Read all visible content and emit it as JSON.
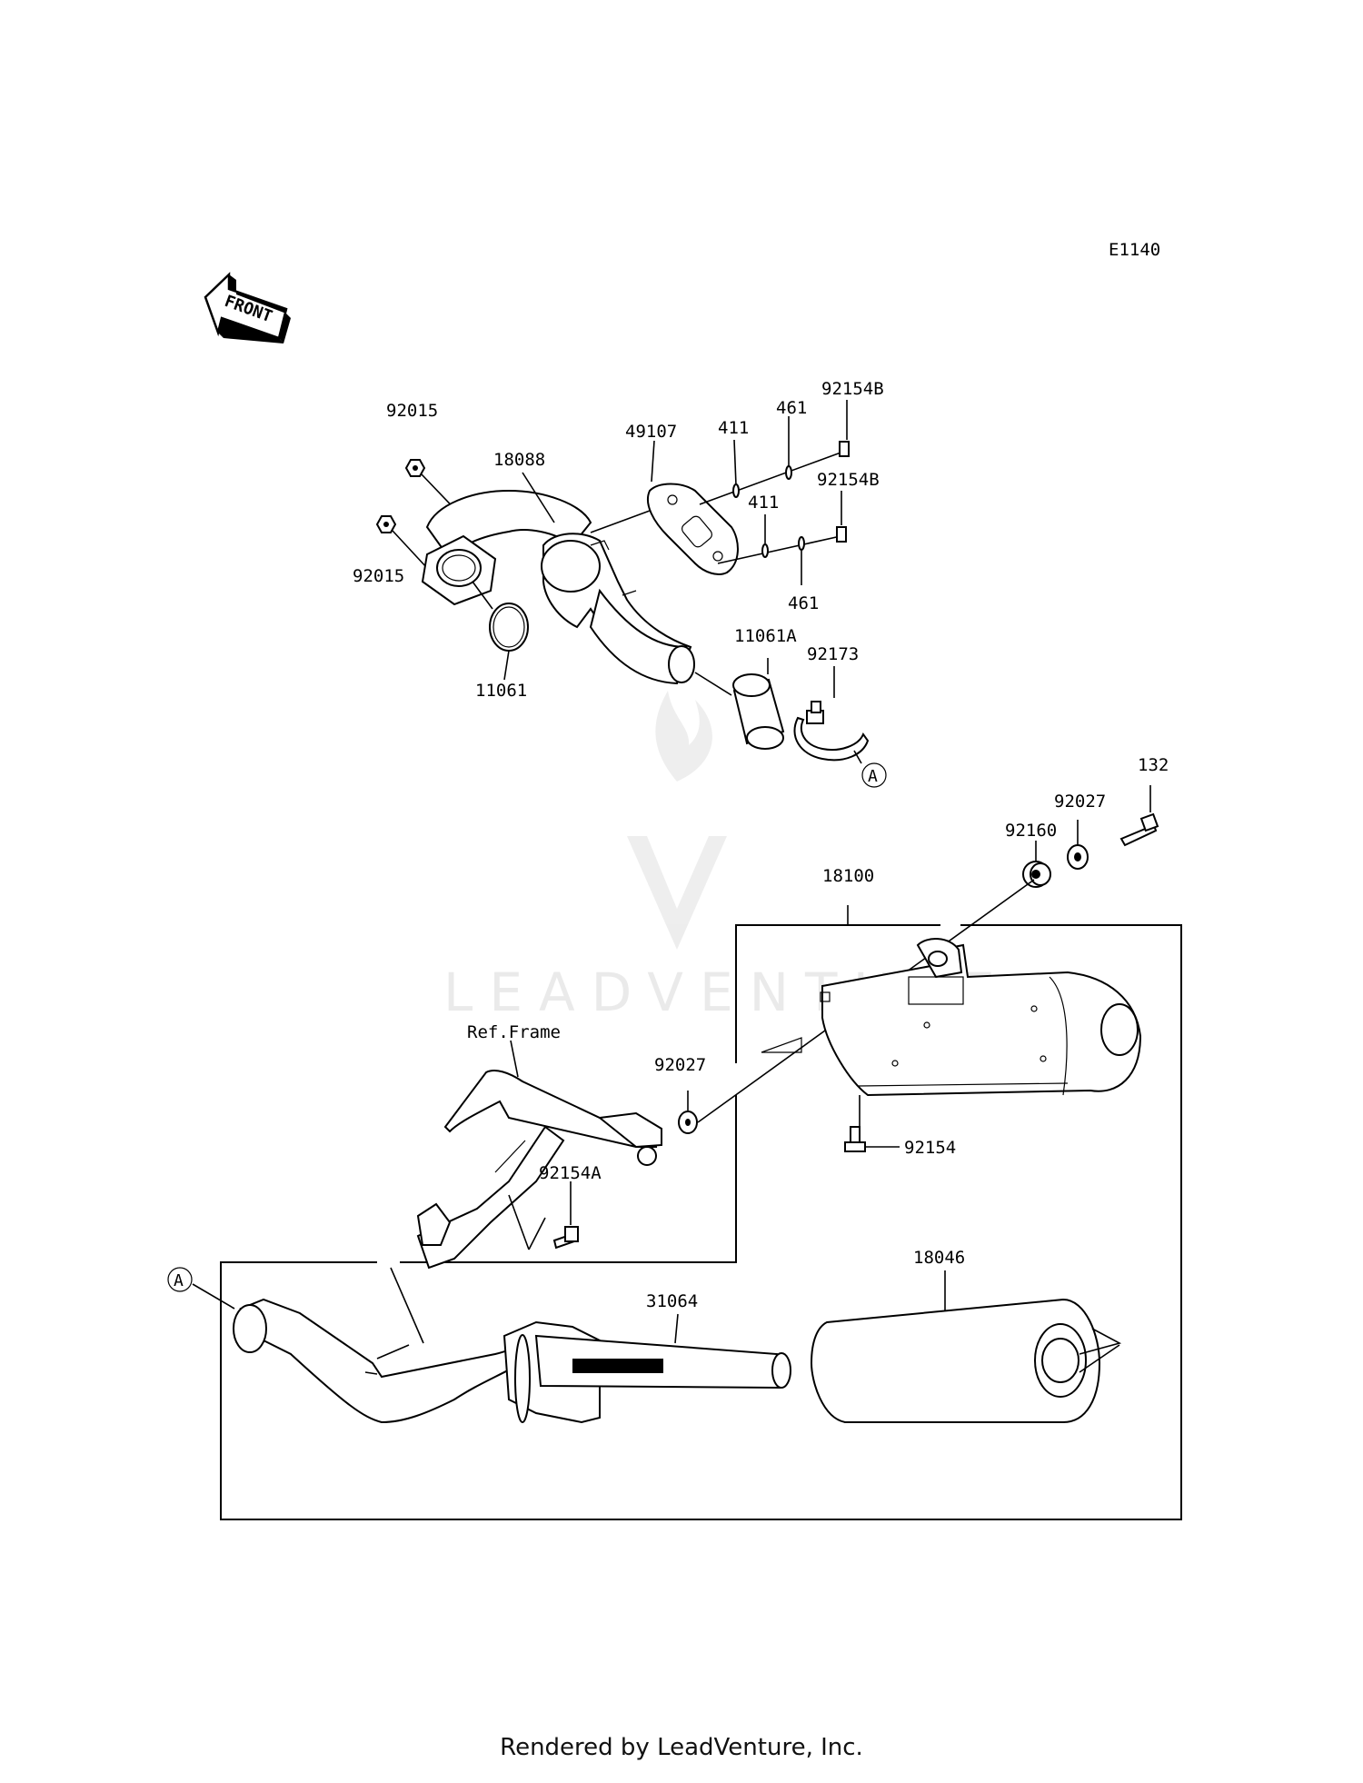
{
  "diagram_code": "E1140",
  "front_label": "FRONT",
  "watermark": "LEADVENTURE",
  "footer": "Rendered by LeadVenture, Inc.",
  "ref_frame_label": "Ref.Frame",
  "callout_a": "A",
  "parts": {
    "p92015_top": "92015",
    "p92015_left": "92015",
    "p18088": "18088",
    "p49107": "49107",
    "p411_top": "411",
    "p461_top": "461",
    "p92154B_top": "92154B",
    "p92154B_mid": "92154B",
    "p411_mid": "411",
    "p461_bottom": "461",
    "p11061": "11061",
    "p11061A": "11061A",
    "p92173": "92173",
    "p132": "132",
    "p92027_top": "92027",
    "p92160": "92160",
    "p18100": "18100",
    "p92027_mid": "92027",
    "p92154": "92154",
    "p92154A": "92154A",
    "p18046": "18046",
    "p31064": "31064"
  }
}
